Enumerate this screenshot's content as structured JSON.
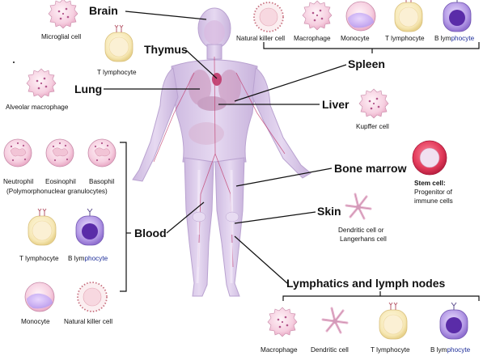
{
  "organs": {
    "brain": "Brain",
    "thymus": "Thymus",
    "lung": "Lung",
    "spleen": "Spleen",
    "liver": "Liver",
    "bone_marrow": "Bone marrow",
    "skin": "Skin",
    "blood": "Blood",
    "lymph": "Lymphatics and lymph nodes"
  },
  "cells": {
    "microglial": "Microglial cell",
    "thymus_t": "T lymphocyte",
    "alveolar": "Alveolar macrophage",
    "spleen_nk": "Natural killer cell",
    "spleen_macro": "Macrophage",
    "spleen_mono": "Monocyte",
    "spleen_t": "T lymphocyte",
    "spleen_b_prefix": "B lym",
    "spleen_b_suffix": "phocyte",
    "kupffer": "Kupffer cell",
    "neutrophil": "Neutrophil",
    "eosinophil": "Eosinophil",
    "basophil": "Basophil",
    "granulocytes": "(Polymorphonuclear granulocytes)",
    "blood_t": "T lymphocyte",
    "blood_b_prefix": "B lym",
    "blood_b_suffix": "phocyte",
    "blood_mono": "Monocyte",
    "blood_nk": "Natural killer cell",
    "stem_bold": "Stem cell:",
    "stem_line2": "Progenitor of",
    "stem_line3": "immune cells",
    "skin_dc_line1": "Dendritic cell or",
    "skin_dc_line2": "Langerhans cell",
    "lymph_macro": "Macrophage",
    "lymph_dc": "Dendritic cell",
    "lymph_t": "T lymphocyte",
    "lymph_b_prefix": "B lym",
    "lymph_b_suffix": "phocyte"
  },
  "colors": {
    "body_fill": "#d9c9e8",
    "organ_red": "#c0386a",
    "macrophage_fill": "#f7d9e6",
    "lymphocyte_yellow": "#f8edc0",
    "b_cell_purple": "#9a78d6",
    "stem_red": "#e23a5a",
    "text_blue": "#1f2f9a"
  }
}
